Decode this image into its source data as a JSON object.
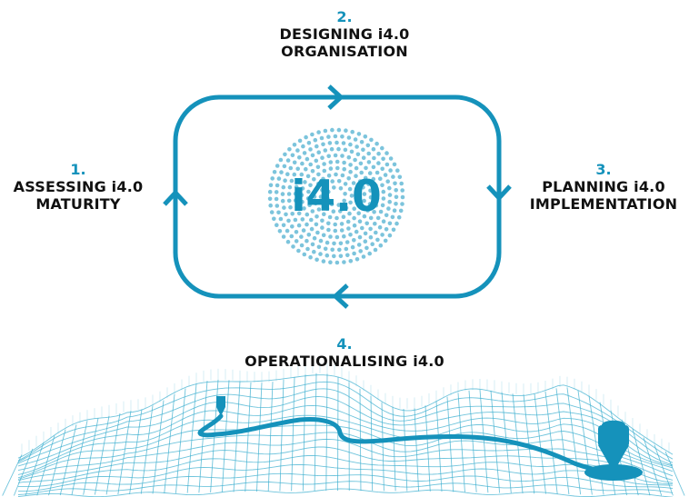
{
  "colors": {
    "accent": "#1592bb",
    "dots": "#7cc4dc",
    "text": "#111111",
    "mesh": "#3fb0d0"
  },
  "cycle": {
    "center_label": "i4.0",
    "steps": [
      {
        "number": "1.",
        "lines": [
          "ASSESSING i4.0",
          "MATURITY"
        ]
      },
      {
        "number": "2.",
        "lines": [
          "DESIGNING i4.0",
          "ORGANISATION"
        ]
      },
      {
        "number": "3.",
        "lines": [
          "PLANNING i4.0",
          "IMPLEMENTATION"
        ]
      },
      {
        "number": "4.",
        "lines": [
          "OPERATIONALISING i4.0"
        ]
      }
    ]
  },
  "icons": [
    "arrow-right-icon",
    "arrow-down-icon",
    "arrow-left-icon",
    "arrow-up-icon",
    "start-pin-icon",
    "end-pin-icon"
  ]
}
